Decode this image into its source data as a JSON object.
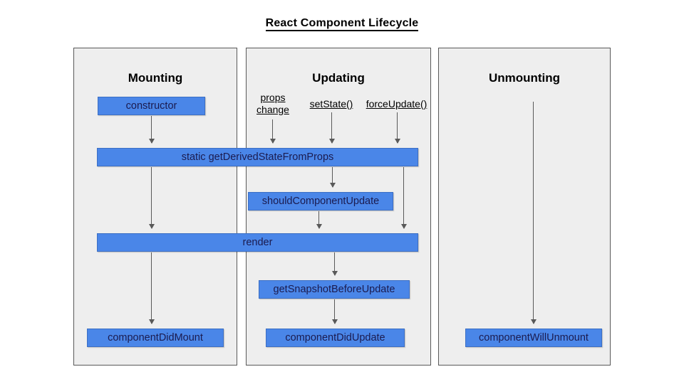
{
  "title": "React Component Lifecycle",
  "colors": {
    "node_fill": "#4a86e8",
    "node_border": "#3c6fc4",
    "panel_fill": "#eeeeee",
    "panel_border": "#595959",
    "arrow": "#595959",
    "text": "#000000",
    "node_text": "#1b1b4f"
  },
  "panels": [
    {
      "id": "mounting",
      "title": "Mounting",
      "nodes": [
        {
          "id": "constructor",
          "label": "constructor"
        },
        {
          "id": "componentDidMount",
          "label": "componentDidMount"
        }
      ]
    },
    {
      "id": "updating",
      "title": "Updating",
      "triggers": [
        {
          "id": "props-change",
          "line1": "props",
          "line2": "change"
        },
        {
          "id": "setstate",
          "label": "setState()"
        },
        {
          "id": "forceupdate",
          "label": "forceUpdate()"
        }
      ],
      "nodes": [
        {
          "id": "shouldComponentUpdate",
          "label": "shouldComponentUpdate"
        },
        {
          "id": "getSnapshotBeforeUpdate",
          "label": "getSnapshotBeforeUpdate"
        },
        {
          "id": "componentDidUpdate",
          "label": "componentDidUpdate"
        }
      ]
    },
    {
      "id": "unmounting",
      "title": "Unmounting",
      "nodes": [
        {
          "id": "componentWillUnmount",
          "label": "componentWillUnmount"
        }
      ]
    }
  ],
  "shared_nodes": [
    {
      "id": "getDerivedStateFromProps",
      "label": "static getDerivedStateFromProps"
    },
    {
      "id": "render",
      "label": "render"
    }
  ]
}
